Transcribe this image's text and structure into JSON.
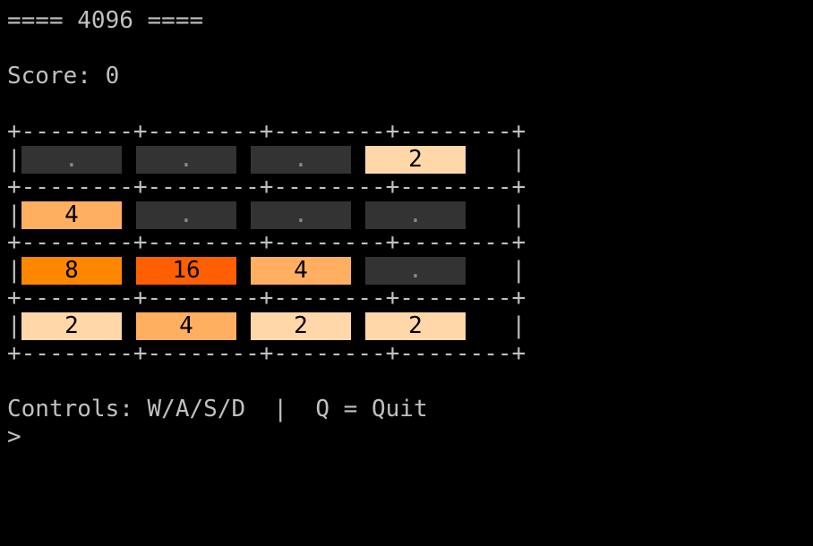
{
  "title_line": "==== 4096 ====",
  "score_line": "Score: 0",
  "border_line": "+--------+--------+--------+--------+",
  "row_line": "|        |        |        |        |",
  "board": [
    [
      {
        "value": ".",
        "color": "#333333",
        "text_color": "#8a8a8a"
      },
      {
        "value": ".",
        "color": "#333333",
        "text_color": "#8a8a8a"
      },
      {
        "value": ".",
        "color": "#333333",
        "text_color": "#8a8a8a"
      },
      {
        "value": "2",
        "color": "#ffd7a8",
        "text_color": "#000000"
      }
    ],
    [
      {
        "value": "4",
        "color": "#ffaf5f",
        "text_color": "#000000"
      },
      {
        "value": ".",
        "color": "#333333",
        "text_color": "#8a8a8a"
      },
      {
        "value": ".",
        "color": "#333333",
        "text_color": "#8a8a8a"
      },
      {
        "value": ".",
        "color": "#333333",
        "text_color": "#8a8a8a"
      }
    ],
    [
      {
        "value": "8",
        "color": "#ff8700",
        "text_color": "#000000"
      },
      {
        "value": "16",
        "color": "#ff5f00",
        "text_color": "#000000"
      },
      {
        "value": "4",
        "color": "#ffaf5f",
        "text_color": "#000000"
      },
      {
        "value": ".",
        "color": "#333333",
        "text_color": "#8a8a8a"
      }
    ],
    [
      {
        "value": "2",
        "color": "#ffd7a8",
        "text_color": "#000000"
      },
      {
        "value": "4",
        "color": "#ffaf5f",
        "text_color": "#000000"
      },
      {
        "value": "2",
        "color": "#ffd7a8",
        "text_color": "#000000"
      },
      {
        "value": "2",
        "color": "#ffd7a8",
        "text_color": "#000000"
      }
    ]
  ],
  "controls_line": "Controls: W/A/S/D  |  Q = Quit",
  "prompt": ">",
  "colors": {
    "background": "#000000",
    "text": "#c0c0c0"
  }
}
